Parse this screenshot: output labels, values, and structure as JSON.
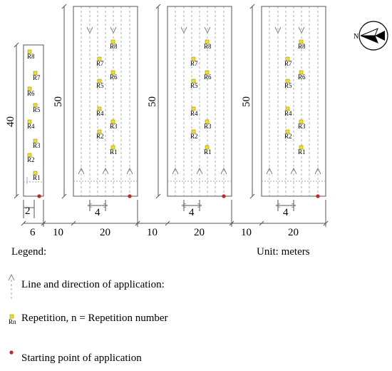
{
  "compass": {
    "label": "N"
  },
  "plots": [
    {
      "id": "plot-small",
      "height_label": "40",
      "band_label": "2",
      "width_label": "6",
      "reps": [
        "R8",
        "R7",
        "R6",
        "R5",
        "R4",
        "R3",
        "R2",
        "R1"
      ]
    },
    {
      "id": "plot-1",
      "height_label": "50",
      "band_label": "4",
      "width_label": "20",
      "reps": [
        "R8",
        "R7",
        "R6",
        "R5",
        "R4",
        "R3",
        "R2",
        "R1"
      ]
    },
    {
      "id": "plot-2",
      "height_label": "50",
      "band_label": "4",
      "width_label": "20",
      "reps": [
        "R8",
        "R7",
        "R6",
        "R5",
        "R4",
        "R3",
        "R2",
        "R1"
      ]
    },
    {
      "id": "plot-3",
      "height_label": "50",
      "band_label": "4",
      "width_label": "20",
      "reps": [
        "R8",
        "R7",
        "R6",
        "R5",
        "R4",
        "R3",
        "R2",
        "R1"
      ]
    }
  ],
  "gaps": [
    "10",
    "10",
    "10"
  ],
  "legend": {
    "title": "Legend:",
    "unit": "Unit: meters",
    "application_line": "Line and direction of application:",
    "repetition": "Repetition, n = Repetition number",
    "repetition_icon_label": "Rn",
    "starting_point": "Starting point of application"
  },
  "colors": {
    "marker": "#f2e21a",
    "marker_border": "#8a7b00",
    "start_point": "#c0262c",
    "lines": "#555555",
    "dashed": "#9a9a9a"
  }
}
